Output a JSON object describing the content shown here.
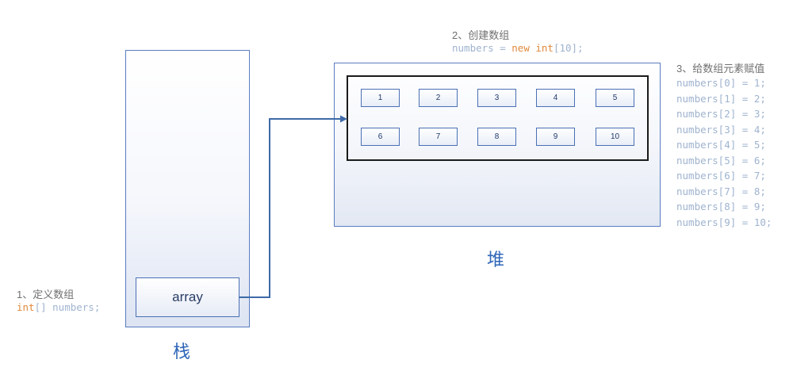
{
  "stack": {
    "label": "栈",
    "variable_label": "array"
  },
  "heap": {
    "label": "堆",
    "values": [
      "1",
      "2",
      "3",
      "4",
      "5",
      "6",
      "7",
      "8",
      "9",
      "10"
    ]
  },
  "step1": {
    "title": "1、定义数组",
    "code_type": "int",
    "code_rest": "[] numbers;"
  },
  "step2": {
    "title": "2、创建数组",
    "code_prefix": "numbers = ",
    "code_keyword": "new",
    "code_type": "int",
    "code_suffix": "[10];"
  },
  "step3": {
    "title": "3、给数组元素赋值",
    "lines": [
      "numbers[0] = 1;",
      "numbers[1] = 2;",
      "numbers[2] = 3;",
      "numbers[3] = 4;",
      "numbers[4] = 5;",
      "numbers[5] = 6;",
      "numbers[6] = 7;",
      "numbers[7] = 8;",
      "numbers[8] = 9;",
      "numbers[9] = 10;"
    ]
  },
  "colors": {
    "accent": "#2f66b8",
    "border": "#4a70b5",
    "keyword": "#e08a3c",
    "code": "#9fb3cf",
    "arrow": "#3e6aa8"
  }
}
